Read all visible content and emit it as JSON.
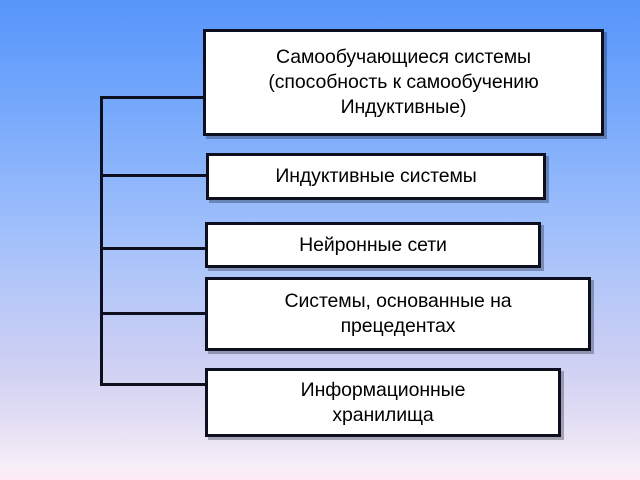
{
  "slide": {
    "type": "tree-diagram",
    "background": {
      "gradient_from": "#5896fb",
      "gradient_mid": "#c8cdf4",
      "gradient_to": "#fdeaf6",
      "direction": "top-to-bottom"
    },
    "line_color": "#0d0f1e",
    "box_fill": "#ffffff",
    "text_color": "#000000"
  },
  "nodes": [
    {
      "id": "samoobuchayushchiesya-sistemy",
      "label": "Самообучающиеся системы\n(способность к самообучению\nИндуктивные)"
    },
    {
      "id": "induktivnye-sistemy",
      "label": "Индуктивные системы"
    },
    {
      "id": "neyronnye-seti",
      "label": "Нейронные сети"
    },
    {
      "id": "sistemy-osnovannye-na-pretsedentakh",
      "label": "Системы, основанные на\nпрецедентах"
    },
    {
      "id": "informatsionnye-khranilishcha",
      "label": "Информационные\nхранилища"
    }
  ]
}
